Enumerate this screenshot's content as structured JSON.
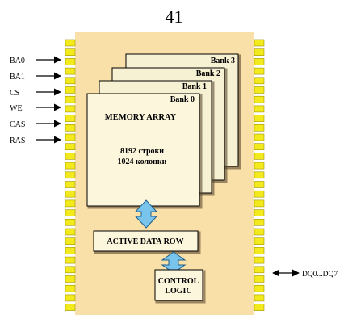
{
  "page_number": "41",
  "chip": {
    "body_color": "#f9dfa8",
    "pin_color": "#f2ea1c",
    "left_pin_count": 29,
    "right_pin_count": 29
  },
  "banks": [
    {
      "label": "Bank 3"
    },
    {
      "label": "Bank 2"
    },
    {
      "label": "Bank 1"
    },
    {
      "label": "Bank 0"
    }
  ],
  "memory_array": {
    "title": "MEMORY ARRAY",
    "rows": "8192 строки",
    "columns": "1024 колонки",
    "color": "#fcf6dc"
  },
  "active_row": {
    "label": "ACTIVE DATA ROW"
  },
  "control_logic": {
    "line1": "CONTROL",
    "line2": "LOGIC"
  },
  "arrow_color": "#79c4ec",
  "left_signals": [
    "BA0",
    "BA1",
    "CS",
    "WE",
    "CAS",
    "RAS"
  ],
  "data_bus": {
    "label": "DQ0...DQ7"
  }
}
